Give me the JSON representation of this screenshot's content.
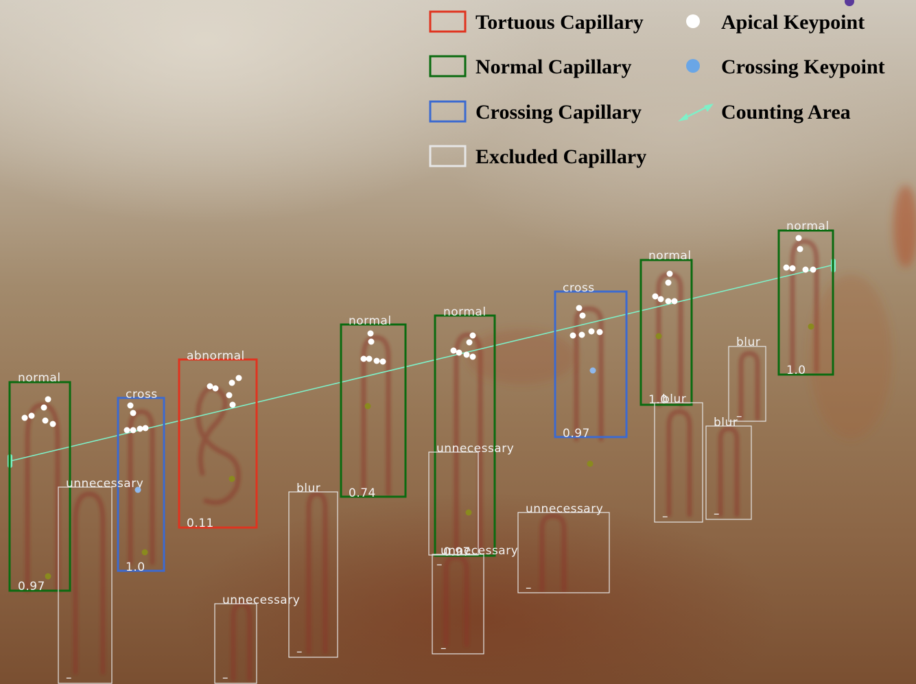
{
  "colors": {
    "tortuous": "#e0331f",
    "normal": "#0a6b10",
    "crossing": "#3c6ad0",
    "excluded": "#e6e6e6",
    "apical_keypoint": "#ffffff",
    "crossing_keypoint": "#8fb8ec",
    "counting_area": "#7ef0c8",
    "center_dot": "#8a8a1e"
  },
  "legend": {
    "tortuous": "Tortuous Capillary",
    "normal": "Normal Capillary",
    "crossing": "Crossing Capillary",
    "excluded": "Excluded Capillary",
    "apical": "Apical Keypoint",
    "crossing_kp": "Crossing Keypoint",
    "counting": "Counting Area"
  },
  "boxes": [
    {
      "id": "n1",
      "kind": "normal",
      "label": "normal",
      "score": "0.97"
    },
    {
      "id": "c1",
      "kind": "crossing",
      "label": "cross",
      "score": "1.0"
    },
    {
      "id": "a1",
      "kind": "tortuous",
      "label": "abnormal",
      "score": "0.11"
    },
    {
      "id": "n2",
      "kind": "normal",
      "label": "normal",
      "score": "0.74"
    },
    {
      "id": "n3",
      "kind": "normal",
      "label": "normal",
      "score": "0.97"
    },
    {
      "id": "c2",
      "kind": "crossing",
      "label": "cross",
      "score": "0.97"
    },
    {
      "id": "n4",
      "kind": "normal",
      "label": "normal",
      "score": "1.0"
    },
    {
      "id": "n5",
      "kind": "normal",
      "label": "normal",
      "score": "1.0"
    },
    {
      "id": "e1",
      "kind": "excluded",
      "label": "unnecessary",
      "score": "–"
    },
    {
      "id": "e2",
      "kind": "excluded",
      "label": "unnecessary",
      "score": "–"
    },
    {
      "id": "e3",
      "kind": "excluded",
      "label": "blur",
      "score": "–"
    },
    {
      "id": "e4",
      "kind": "excluded",
      "label": "unnecessary",
      "score": "–"
    },
    {
      "id": "e5",
      "kind": "excluded",
      "label": "unnecessary",
      "score": "–"
    },
    {
      "id": "e6",
      "kind": "excluded",
      "label": "unnecessary",
      "score": "–"
    },
    {
      "id": "e7",
      "kind": "excluded",
      "label": "blur",
      "score": "–"
    },
    {
      "id": "e8",
      "kind": "excluded",
      "label": "blur",
      "score": "–"
    },
    {
      "id": "e9",
      "kind": "excluded",
      "label": "blur",
      "score": "–"
    }
  ]
}
